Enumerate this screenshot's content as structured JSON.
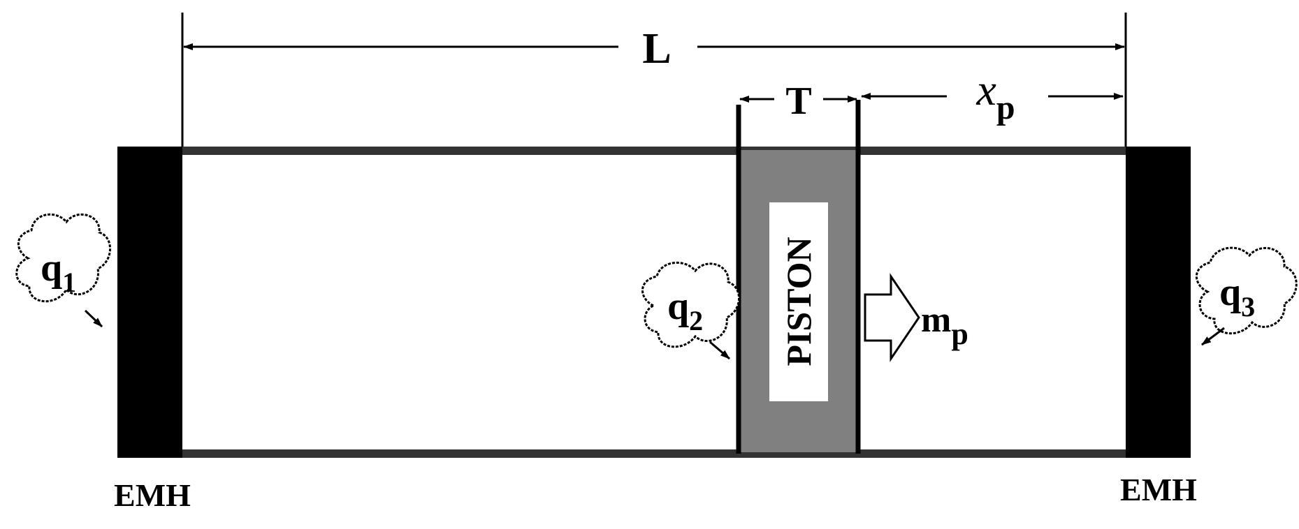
{
  "dimensions": {
    "length_label": "L",
    "thickness_label": "T",
    "position_label_base": "x",
    "position_label_sub": "p"
  },
  "piston": {
    "label": "PISTON",
    "fill_color": "#808080"
  },
  "heat_sources": {
    "q1": {
      "base": "q",
      "sub": "1"
    },
    "q2": {
      "base": "q",
      "sub": "2"
    },
    "q3": {
      "base": "q",
      "sub": "3"
    }
  },
  "mass_flow": {
    "base": "m",
    "sub": "p"
  },
  "end_caps": {
    "left_label": "EMH",
    "right_label": "EMH",
    "color": "#000000"
  }
}
